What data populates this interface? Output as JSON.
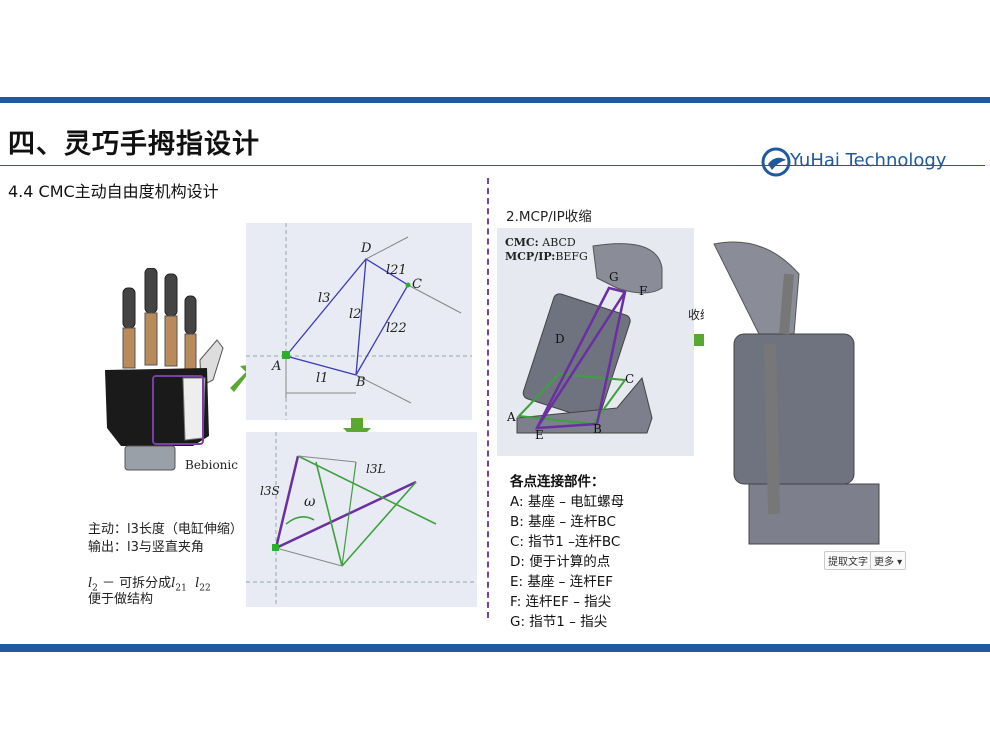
{
  "header": {
    "title": "四、灵巧手拇指设计",
    "subtitle": "4.4 CMC主动自由度机构设计",
    "logo_text": "YuHai  Technology",
    "colors": {
      "brand_blue": "#1f5aa0",
      "divider_purple": "#7a3fa5",
      "arrow_green": "#5aa832"
    }
  },
  "left": {
    "hand_label": "Bebionic",
    "active_line": "主动：l3长度（电缸伸缩）",
    "output_line": "输出：l3与竖直夹角",
    "split_line1_prefix": "l",
    "split_line1_sub2": "2",
    "split_line1_text": " － 可拆分成",
    "split_l21": "l",
    "split_l21_sub": "21",
    "split_l22": "l",
    "split_l22_sub": "22",
    "split_line2": "便于做结构",
    "diagram1_labels": {
      "D": "D",
      "C": "C",
      "A": "A",
      "B": "B",
      "l21": "l21",
      "l3": "l3",
      "l2": "l2",
      "l22": "l22",
      "l1": "l1"
    },
    "diagram2_labels": {
      "l3S": "l3S",
      "l3L": "l3L",
      "omega": "ω"
    }
  },
  "right": {
    "section_title": "2.MCP/IP收缩",
    "cmc_key": "CMC:",
    "cmc_val": " ABCD",
    "mcp_key": "MCP/IP:",
    "mcp_val": "BEFG",
    "arrow_label": "收缩",
    "render_labels": {
      "G": "G",
      "F": "F",
      "D": "D",
      "C": "C",
      "A": "A",
      "E": "E",
      "B": "B"
    },
    "parts_title": "各点连接部件：",
    "parts": [
      "A:  基座 – 电缸螺母",
      "B:  基座 – 连杆BC",
      "C:  指节1 –连杆BC",
      "D:  便于计算的点",
      "E:  基座 – 连杆EF",
      "F:  连杆EF – 指尖",
      "G:  指节1 – 指尖"
    ],
    "ocr_button": "提取文字",
    "more_button": "更多 ▾"
  }
}
